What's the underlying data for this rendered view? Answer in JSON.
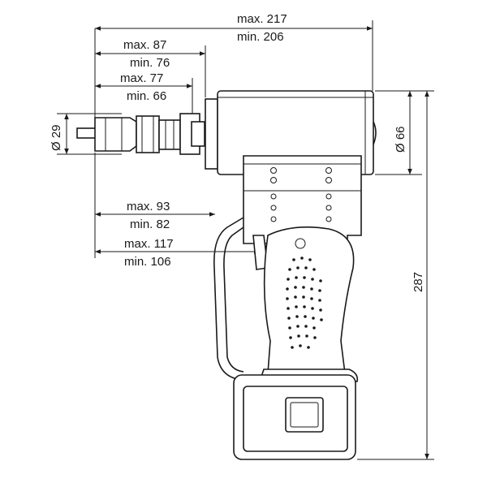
{
  "dimensions": {
    "overall_length_max": "max. 217",
    "overall_length_min": "min. 206",
    "nose_a_max": "max. 87",
    "nose_a_min": "min. 76",
    "nose_b_max": "max. 77",
    "nose_b_min": "min. 66",
    "grip_a_max": "max. 93",
    "grip_a_min": "min. 82",
    "grip_b_max": "max. 117",
    "grip_b_min": "min. 106",
    "nose_diameter": "Ø 29",
    "body_diameter": "Ø 66",
    "overall_height": "287"
  }
}
